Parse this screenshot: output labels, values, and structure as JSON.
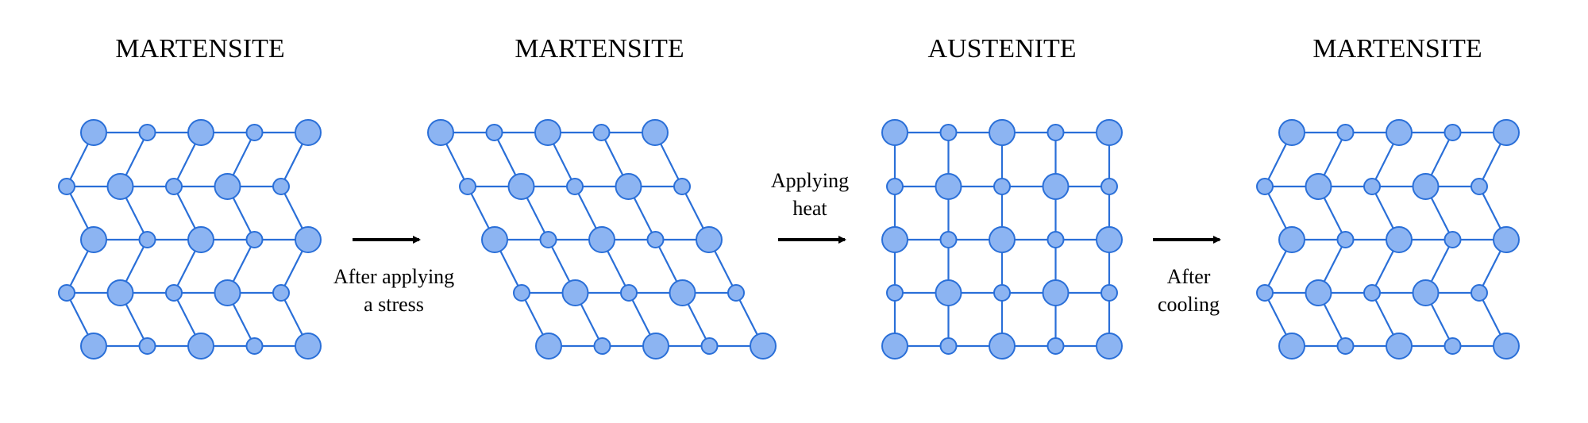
{
  "colors": {
    "atom_fill": "#8cb4f2",
    "atom_stroke": "#2a6fd8",
    "bond": "#2a6fd8",
    "arrow": "#000000",
    "text": "#000000"
  },
  "panels": [
    {
      "id": "martensite-initial",
      "title": "MARTENSITE",
      "structure": "twinned-zigzag"
    },
    {
      "id": "martensite-stressed",
      "title": "MARTENSITE",
      "structure": "detwinned-sheared"
    },
    {
      "id": "austenite",
      "title": "AUSTENITE",
      "structure": "square-cubic"
    },
    {
      "id": "martensite-final",
      "title": "MARTENSITE",
      "structure": "twinned-zigzag"
    }
  ],
  "transitions": [
    {
      "id": "stress",
      "label_lines": [
        "After applying",
        "a stress"
      ],
      "label_position": "below"
    },
    {
      "id": "heat",
      "label_lines": [
        "Applying",
        "heat"
      ],
      "label_position": "above"
    },
    {
      "id": "cooling",
      "label_lines": [
        "After",
        "cooling"
      ],
      "label_position": "below"
    }
  ]
}
